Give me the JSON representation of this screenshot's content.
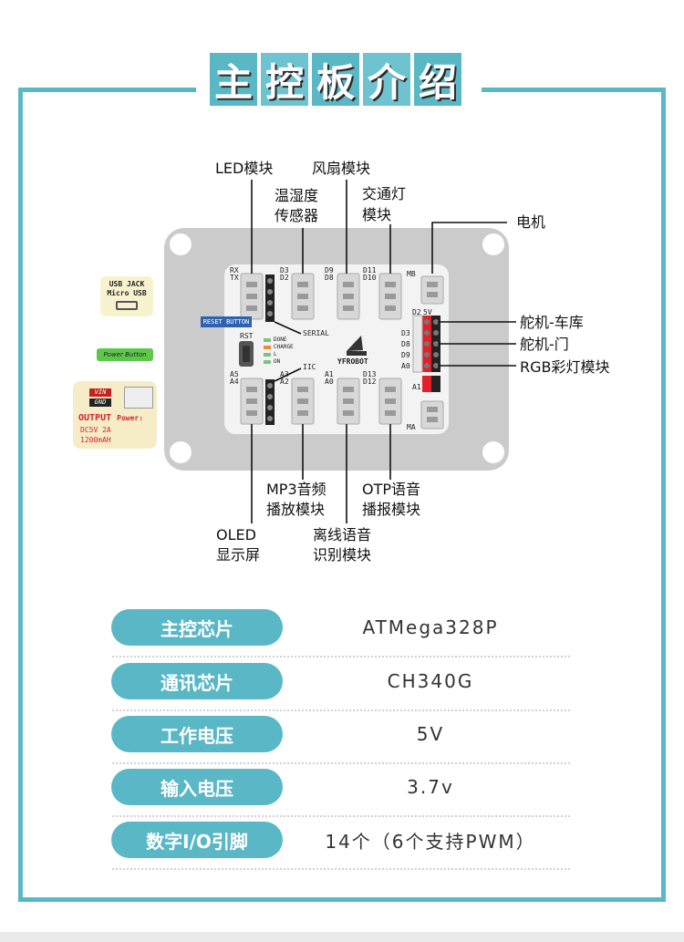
{
  "title_chars": [
    "主",
    "控",
    "板",
    "介",
    "绍"
  ],
  "top_labels": {
    "led": "LED模块",
    "humidity_1": "温湿度",
    "humidity_2": "传感器",
    "fan": "风扇模块",
    "traffic_1": "交通灯",
    "traffic_2": "模块",
    "motor": "电机"
  },
  "right_labels": {
    "servo_garage": "舵机-车库",
    "servo_door": "舵机-门",
    "rgb": "RGB彩灯模块"
  },
  "bottom_labels": {
    "mp3_1": "MP3音频",
    "mp3_2": "播放模块",
    "otp_1": "OTP语音",
    "otp_2": "播报模块",
    "oled_1": "OLED",
    "oled_2": "显示屏",
    "offline_1": "离线语音",
    "offline_2": "识别模块"
  },
  "board": {
    "rx": "RX",
    "tx": "TX",
    "d3": "D3",
    "d2": "D2",
    "d9": "D9",
    "d8": "D8",
    "d11": "D11",
    "d10": "D10",
    "mb": "MB",
    "ma": "MA",
    "serial": "SERIAL",
    "iic": "IIC",
    "rst": "RST",
    "done": "DONE",
    "charge": "CHARGE",
    "l": "L",
    "on": "ON",
    "brand": "YFROBOT",
    "a5": "A5",
    "a4": "A4",
    "a3": "A3",
    "a2": "A2",
    "a1": "A1",
    "a0": "A0",
    "d13": "D13",
    "d12": "D12",
    "servo_d2": "D2",
    "servo_5v": "5V",
    "servo_d3": "D3",
    "servo_d8": "D8",
    "servo_d9": "D9",
    "servo_a0": "A0",
    "servo_a1": "A1"
  },
  "side": {
    "usb_1": "USB JACK",
    "usb_2": "Micro USB",
    "reset": "RESET BUTTON",
    "power": "Power Button",
    "vin": "VIN",
    "gnd": "GND",
    "output": "OUTPUT",
    "power_label": "Power:",
    "dc": "DC5V 2A",
    "mah": "1200mAH"
  },
  "specs": [
    {
      "key": "主控芯片",
      "value": "ATMega328P"
    },
    {
      "key": "通讯芯片",
      "value": "CH340G"
    },
    {
      "key": "工作电压",
      "value": "5V"
    },
    {
      "key": "输入电压",
      "value": "3.7v"
    },
    {
      "key": "数字I/O引脚",
      "value": "14个（6个支持PWM）"
    }
  ],
  "colors": {
    "accent": "#5ab7c6",
    "board": "#c9c9c9",
    "pcb": "#f4f4f4"
  }
}
